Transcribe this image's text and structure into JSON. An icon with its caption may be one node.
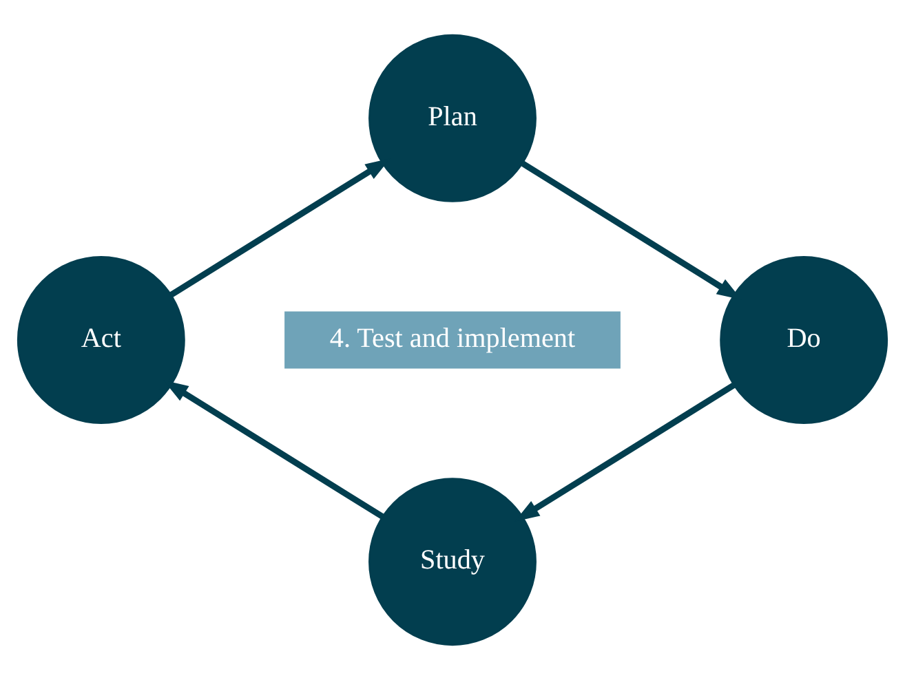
{
  "diagram": {
    "nodes": [
      {
        "text": [
          "Plan"
        ]
      },
      {
        "text": [
          "Act"
        ]
      },
      {
        "text": [
          "4. Test and implement"
        ]
      },
      {
        "text": [
          "Do"
        ]
      },
      {
        "text": [
          "Study"
        ]
      }
    ],
    "edges": [
      {
        "from": 0,
        "to": 3,
        "arrow": "to"
      },
      {
        "from": 3,
        "to": 4,
        "arrow": "to"
      },
      {
        "from": 4,
        "to": 1,
        "arrow": "to"
      },
      {
        "from": 1,
        "to": 0,
        "arrow": "to"
      }
    ]
  }
}
